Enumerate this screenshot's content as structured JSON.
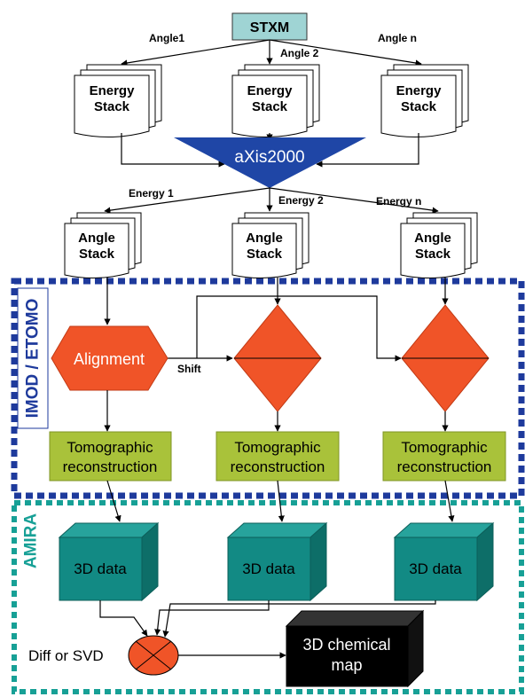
{
  "top": {
    "source": "STXM",
    "angles": [
      "Angle1",
      "Angle 2",
      "Angle n"
    ],
    "energy_stack": [
      "Energy",
      "Stack"
    ],
    "software": "aXis2000"
  },
  "middle": {
    "energies": [
      "Energy 1",
      "Energy 2",
      "Energy n"
    ],
    "angle_stack": [
      "Angle",
      "Stack"
    ]
  },
  "imod_section": {
    "title": "IMOD / ETOMO",
    "alignment": "Alignment",
    "shift": "Shift",
    "reconstruction": [
      "Tomographic",
      "reconstruction"
    ]
  },
  "amira_section": {
    "title": "AMIRA",
    "data_label": "3D data",
    "operation": "Diff or SVD",
    "output": [
      "3D chemical",
      "map"
    ]
  },
  "colors": {
    "stxm_fill": "#9fd4d4",
    "axis_triangle": "#1f46a6",
    "orange": "#f05428",
    "green": "#a9c23a",
    "teal": "#128a84",
    "imod_border": "#1e3a9c",
    "amira_border": "#17a096",
    "output_box": "#000000"
  }
}
